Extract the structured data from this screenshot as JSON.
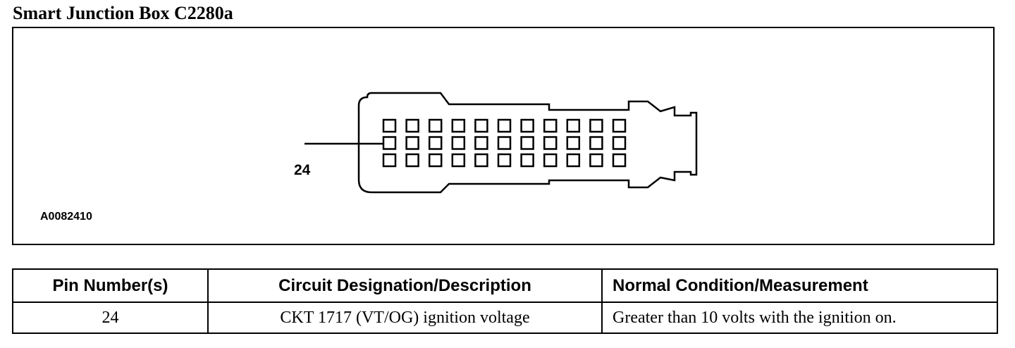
{
  "title": "Smart Junction Box C2280a",
  "figure": {
    "pin_callout": "24",
    "figure_id": "A0082410",
    "connector": {
      "rows": 3,
      "columns": 11,
      "highlighted_pin": "24"
    }
  },
  "table": {
    "headers": [
      "Pin Number(s)",
      "Circuit Designation/Description",
      "Normal Condition/Measurement"
    ],
    "rows": [
      [
        "24",
        "CKT 1717 (VT/OG) ignition voltage",
        "Greater than 10 volts with the ignition on."
      ]
    ]
  }
}
